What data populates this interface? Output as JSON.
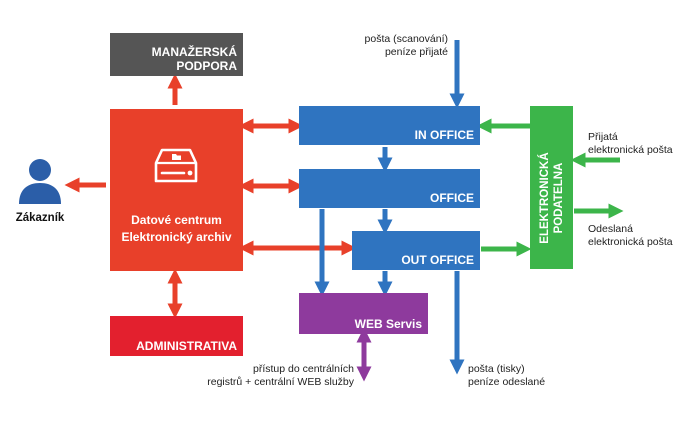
{
  "colors": {
    "gray": "#555555",
    "red": "#e8402a",
    "crimson": "#e3202e",
    "blue": "#2f74c0",
    "green": "#3cb54a",
    "purple": "#8e3a9d",
    "customer": "#2b5ea8"
  },
  "boxes": {
    "management": {
      "line1": "MANAŽERSKÁ",
      "line2": "PODPORA"
    },
    "datacenter": {
      "line1": "Datové centrum",
      "line2": "Elektronický archiv",
      "icon": "server-icon"
    },
    "administration": {
      "label": "ADMINISTRATIVA"
    },
    "in_office": {
      "label": "IN OFFICE"
    },
    "office": {
      "label": "OFFICE"
    },
    "out_office": {
      "label": "OUT OFFICE"
    },
    "web_servis": {
      "label": "WEB Servis"
    },
    "podatelna": {
      "line1": "ELEKTRONICKÁ",
      "line2": "PODATELNA"
    }
  },
  "customer": {
    "label": "Zákazník",
    "icon": "person-icon"
  },
  "notes": {
    "post_in": {
      "line1": "pošta (scanování)",
      "line2": "peníze přijaté"
    },
    "post_out": {
      "line1": "pošta (tisky)",
      "line2": "peníze odeslané"
    },
    "registry": {
      "line1": "přístup do centrálních",
      "line2": "registrů + centrální WEB služby"
    },
    "email_in": {
      "line1": "Přijatá",
      "line2": "elektronická pošta"
    },
    "email_out": {
      "line1": "Odeslaná",
      "line2": "elektronická pošta"
    }
  }
}
